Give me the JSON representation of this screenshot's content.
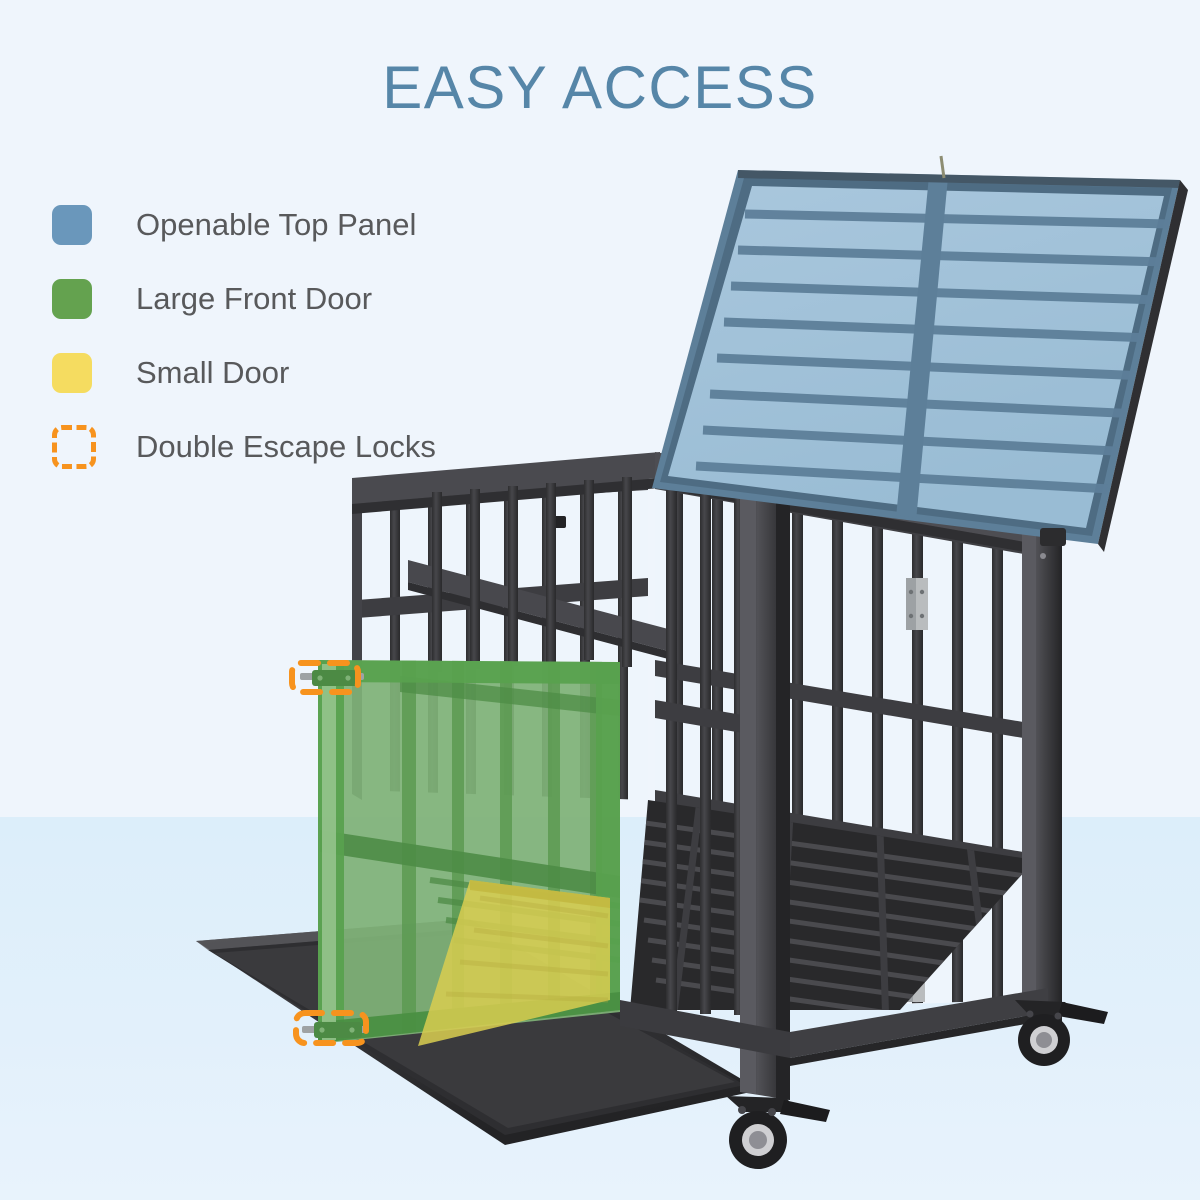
{
  "page": {
    "background_top": "#eff5fc",
    "background_floor": "#ddeefb"
  },
  "header": {
    "title": "EASY ACCESS",
    "title_color": "#5686a8"
  },
  "legend": {
    "items": [
      {
        "label": "Openable Top Panel",
        "color": "#6a97bb",
        "style": "solid",
        "swatch_name": "legend-swatch-top-panel"
      },
      {
        "label": "Large Front Door",
        "color": "#64a24f",
        "style": "solid",
        "swatch_name": "legend-swatch-front-door"
      },
      {
        "label": "Small Door",
        "color": "#f5dc60",
        "style": "solid",
        "swatch_name": "legend-swatch-small-door"
      },
      {
        "label": "Double Escape Locks",
        "color": "#f7931e",
        "style": "dashed",
        "swatch_name": "legend-swatch-escape-locks"
      }
    ],
    "label_color": "#58595b"
  },
  "product": {
    "name": "heavy-duty-rolling-dog-crate",
    "frame_color": "#3a3a3c",
    "frame_color_dark": "#2b2b2d",
    "frame_color_light": "#4e4e52",
    "tray_color": "#37373a",
    "highlight_top_panel_color": "#9dc1da",
    "highlight_top_panel_bar_color": "#5d7f99",
    "highlight_front_door_color": "#4f9a47",
    "highlight_small_door_color": "#e6d94f",
    "lock_marker_color": "#f7931e",
    "parts": [
      {
        "name": "openable-top-panel",
        "state": "open"
      },
      {
        "name": "large-front-door",
        "state": "open"
      },
      {
        "name": "small-door",
        "state": "closed"
      },
      {
        "name": "slide-out-tray",
        "state": "extended"
      },
      {
        "name": "escape-lock-top",
        "state": "highlighted"
      },
      {
        "name": "escape-lock-bottom",
        "state": "highlighted"
      },
      {
        "name": "caster-front",
        "state": "locked"
      },
      {
        "name": "caster-right",
        "state": "locked"
      }
    ]
  }
}
